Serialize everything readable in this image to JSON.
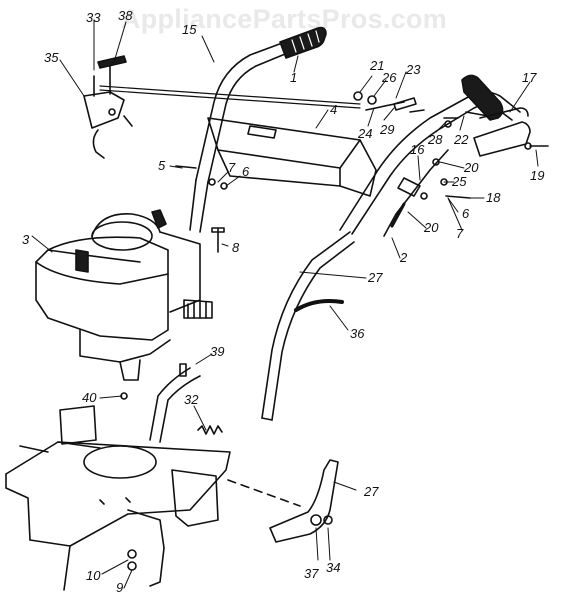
{
  "watermark": "AppliancePartsPros.com",
  "callouts": [
    {
      "id": "c1",
      "label": "1"
    },
    {
      "id": "c2",
      "label": "2"
    },
    {
      "id": "c3",
      "label": "3"
    },
    {
      "id": "c4",
      "label": "4"
    },
    {
      "id": "c5",
      "label": "5"
    },
    {
      "id": "c6a",
      "label": "6"
    },
    {
      "id": "c6b",
      "label": "6"
    },
    {
      "id": "c7a",
      "label": "7"
    },
    {
      "id": "c7b",
      "label": "7"
    },
    {
      "id": "c8",
      "label": "8"
    },
    {
      "id": "c9",
      "label": "9"
    },
    {
      "id": "c10",
      "label": "10"
    },
    {
      "id": "c15",
      "label": "15"
    },
    {
      "id": "c16",
      "label": "16"
    },
    {
      "id": "c17",
      "label": "17"
    },
    {
      "id": "c18",
      "label": "18"
    },
    {
      "id": "c19",
      "label": "19"
    },
    {
      "id": "c20a",
      "label": "20"
    },
    {
      "id": "c20b",
      "label": "20"
    },
    {
      "id": "c21",
      "label": "21"
    },
    {
      "id": "c22",
      "label": "22"
    },
    {
      "id": "c23",
      "label": "23"
    },
    {
      "id": "c24",
      "label": "24"
    },
    {
      "id": "c25",
      "label": "25"
    },
    {
      "id": "c26",
      "label": "26"
    },
    {
      "id": "c27a",
      "label": "27"
    },
    {
      "id": "c27b",
      "label": "27"
    },
    {
      "id": "c28",
      "label": "28"
    },
    {
      "id": "c29",
      "label": "29"
    },
    {
      "id": "c32",
      "label": "32"
    },
    {
      "id": "c33",
      "label": "33"
    },
    {
      "id": "c34",
      "label": "34"
    },
    {
      "id": "c35",
      "label": "35"
    },
    {
      "id": "c36",
      "label": "36"
    },
    {
      "id": "c37",
      "label": "37"
    },
    {
      "id": "c38",
      "label": "38"
    },
    {
      "id": "c39",
      "label": "39"
    },
    {
      "id": "c40",
      "label": "40"
    }
  ]
}
